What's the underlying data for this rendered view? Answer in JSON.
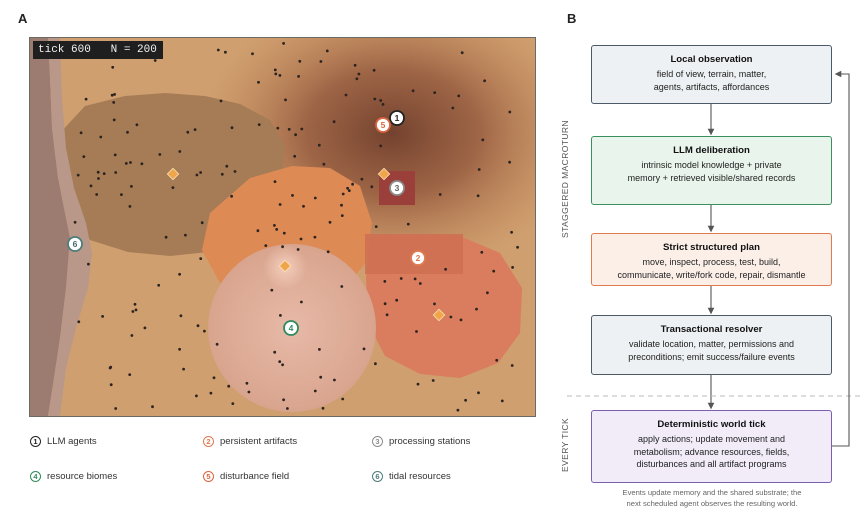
{
  "panels": {
    "a": "A",
    "b": "B"
  },
  "map": {
    "hud": "tick 600   N = 200",
    "markers": [
      {
        "num": "1",
        "kind": "agent"
      },
      {
        "num": "5",
        "kind": "disturbance"
      },
      {
        "num": "3",
        "kind": "station"
      },
      {
        "num": "2",
        "kind": "artifact"
      },
      {
        "num": "6",
        "kind": "tidal"
      },
      {
        "num": "4",
        "kind": "biome"
      }
    ]
  },
  "legend": [
    {
      "num": "1",
      "label": "LLM agents",
      "color": "#222222"
    },
    {
      "num": "2",
      "label": "persistent artifacts",
      "color": "#e07a4f"
    },
    {
      "num": "3",
      "label": "processing stations",
      "color": "#8c8c8c"
    },
    {
      "num": "4",
      "label": "resource biomes",
      "color": "#2e8a5e"
    },
    {
      "num": "5",
      "label": "disturbance field",
      "color": "#d9643d"
    },
    {
      "num": "6",
      "label": "tidal resources",
      "color": "#4d7d7a"
    }
  ],
  "flow": {
    "boxes": [
      {
        "title": "Local observation",
        "lines": [
          "field of view, terrain, matter,",
          "agents, artifacts, affordances"
        ],
        "border": "#4b5a66",
        "fill": "#eef1f3"
      },
      {
        "title": "LLM deliberation",
        "lines": [
          "intrinsic model knowledge + private",
          "memory + retrieved visible/shared records"
        ],
        "border": "#3b8f5f",
        "fill": "#e9f4ec"
      },
      {
        "title": "Strict structured plan",
        "lines": [
          "move, inspect, process, test, build,",
          "communicate, write/fork code, repair, dismantle"
        ],
        "border": "#e07a4f",
        "fill": "#fbefe8"
      },
      {
        "title": "Transactional resolver",
        "lines": [
          "validate location, matter, permissions and",
          "preconditions; emit success/failure events"
        ],
        "border": "#4b5a66",
        "fill": "#eef1f3"
      },
      {
        "title": "Deterministic world tick",
        "lines": [
          "apply actions; update movement and",
          "metabolism; advance resources, fields,",
          "disturbances and all artifact programs"
        ],
        "border": "#7a5fb0",
        "fill": "#f1ecf8"
      }
    ],
    "side_labels": {
      "top": "STAGGERED MACROTURN",
      "bottom": "EVERY TICK"
    },
    "caption": [
      "Events update memory and the shared substrate; the",
      "next scheduled agent observes the resulting world."
    ]
  },
  "colors": {
    "arrow": "#555555",
    "divider": "#bbbbbb"
  }
}
